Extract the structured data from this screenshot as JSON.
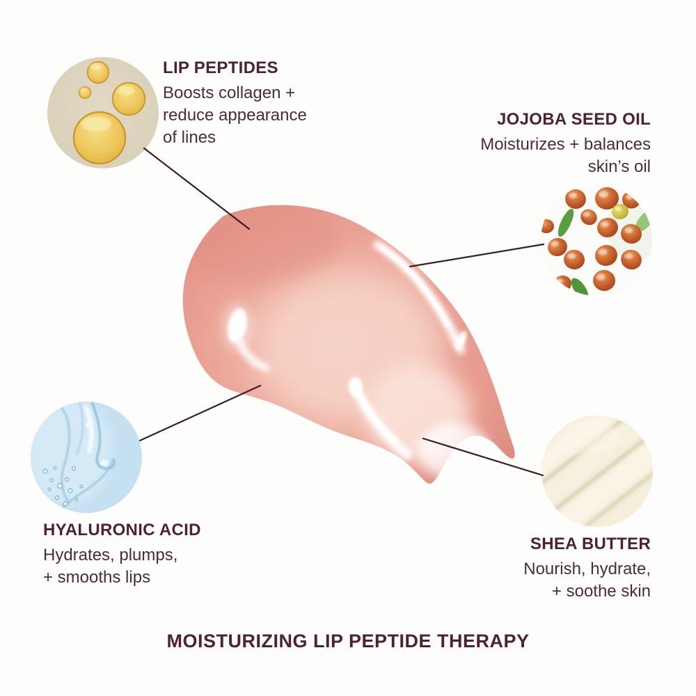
{
  "page": {
    "background_color": "#fdfdfc",
    "footer_title": "MOISTURIZING LIP PEPTIDE THERAPY"
  },
  "theme": {
    "heading_color": "#4e2233",
    "body_color": "#4e2b3a",
    "connector_color": "#3a1b28",
    "swatch_edge_color": "#df8d81",
    "swatch_center_color": "#f5c6b9",
    "oil_drop_color": "#eec95f",
    "jojoba_seed_color": "#c3622e",
    "gel_color": "#c5e0f1",
    "shea_color": "#f0e9d6"
  },
  "center_image": "lip-gloss-smear-swatch",
  "callouts": [
    {
      "id": "lip-peptides",
      "heading": "LIP PEPTIDES",
      "description": "Boosts collagen +\nreduce appearance\nof lines",
      "icon": "oil-droplets-photo",
      "align": "left"
    },
    {
      "id": "jojoba-seed-oil",
      "heading": "JOJOBA SEED OIL",
      "description": "Moisturizes + balances\nskin’s oil",
      "icon": "jojoba-seeds-photo",
      "align": "right"
    },
    {
      "id": "hyaluronic-acid",
      "heading": "HYALURONIC ACID",
      "description": "Hydrates, plumps,\n+ smooths lips",
      "icon": "hyaluronic-gel-photo",
      "align": "left"
    },
    {
      "id": "shea-butter",
      "heading": "SHEA BUTTER",
      "description": "Nourish, hydrate,\n+ soothe skin",
      "icon": "shea-butter-photo",
      "align": "right"
    }
  ]
}
